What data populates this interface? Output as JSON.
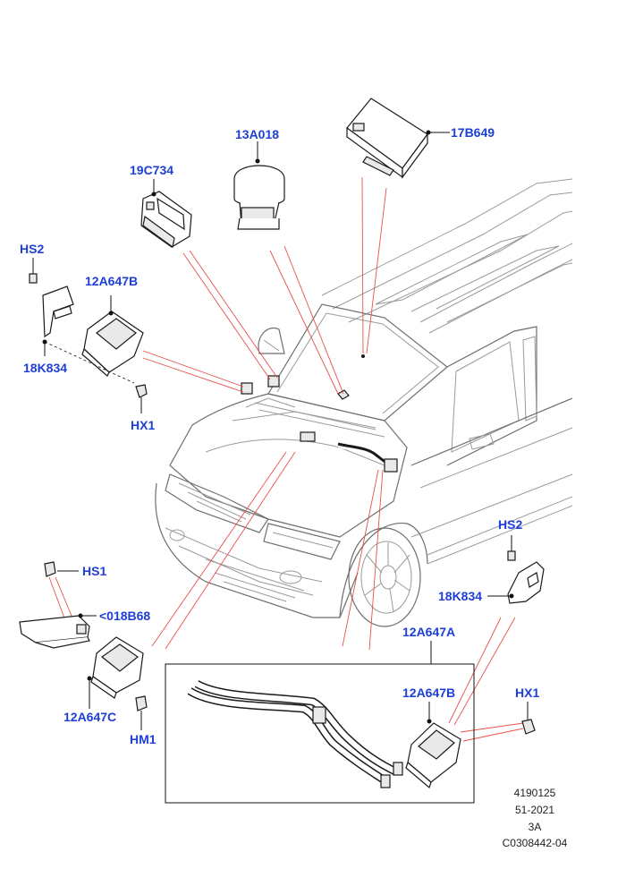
{
  "colors": {
    "callout": "#1d3fd6",
    "leader": "#e8504b",
    "outline": "#1a1a1a",
    "car": "#9a9a9a"
  },
  "callouts": {
    "c_13A018": "13A018",
    "c_17B649": "17B649",
    "c_19C734": "19C734",
    "c_HS2_top": "HS2",
    "c_12A647B_top": "12A647B",
    "c_18K834_top": "18K834",
    "c_HX1_top": "HX1",
    "c_HS1": "HS1",
    "c_018B68": "<018B68",
    "c_12A647C": "12A647C",
    "c_HM1": "HM1",
    "c_HS2_right": "HS2",
    "c_18K834_right": "18K834",
    "c_12A647A": "12A647A",
    "c_12A647B_box": "12A647B",
    "c_HX1_right": "HX1"
  },
  "reference": {
    "line1": "4190125",
    "line2": "51-2021",
    "line3": "3A",
    "line4": "C0308442-04"
  }
}
